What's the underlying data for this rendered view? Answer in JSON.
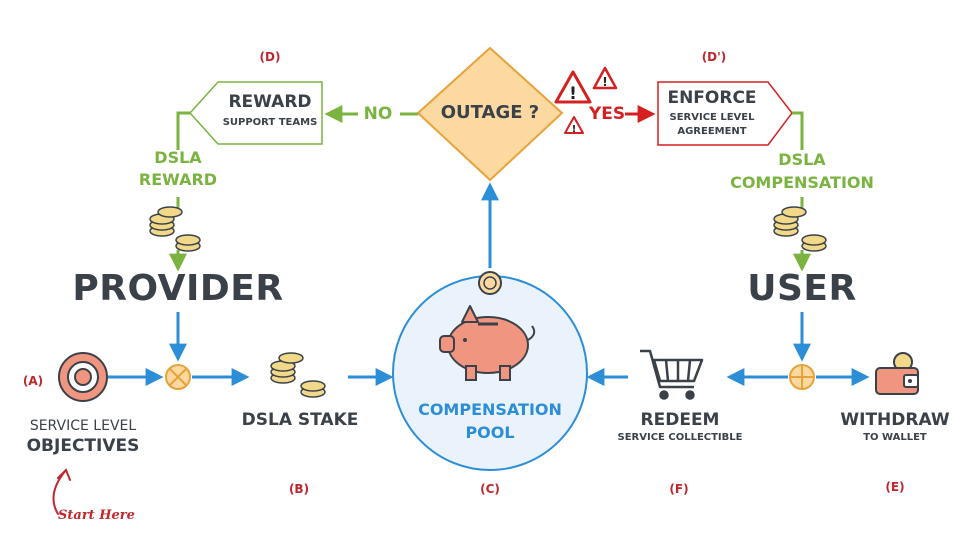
{
  "tags": {
    "a": "(A)",
    "b": "(B)",
    "c": "(C)",
    "d": "(D)",
    "d_prime": "(D')",
    "e": "(E)",
    "f": "(F)"
  },
  "decision": {
    "label": "OUTAGE ?",
    "no_label": "NO",
    "yes_label": "YES"
  },
  "reward_box": {
    "title": "REWARD",
    "subtitle": "SUPPORT TEAMS"
  },
  "enforce_box": {
    "title": "ENFORCE",
    "line1": "SERVICE LEVEL",
    "line2": "AGREEMENT"
  },
  "dsla_reward": {
    "line1": "DSLA",
    "line2": "REWARD"
  },
  "dsla_compensation": {
    "line1": "DSLA",
    "line2": "COMPENSATION"
  },
  "provider": "PROVIDER",
  "user": "USER",
  "slo": {
    "line1": "SERVICE LEVEL",
    "line2": "OBJECTIVES"
  },
  "stake": "DSLA STAKE",
  "pool": {
    "line1": "COMPENSATION",
    "line2": "POOL"
  },
  "redeem": {
    "title": "REDEEM",
    "subtitle": "SERVICE COLLECTIBLE"
  },
  "withdraw": {
    "title": "WITHDRAW",
    "subtitle": "TO WALLET"
  },
  "start_here": "Start Here",
  "colors": {
    "green": "#7ab33f",
    "blue": "#2b8ed6",
    "red": "#d42020",
    "orange_fill": "#fcd9a0",
    "orange_stroke": "#e8a23a",
    "pool_fill": "#eaf3fb",
    "pig": "#f0957f"
  }
}
